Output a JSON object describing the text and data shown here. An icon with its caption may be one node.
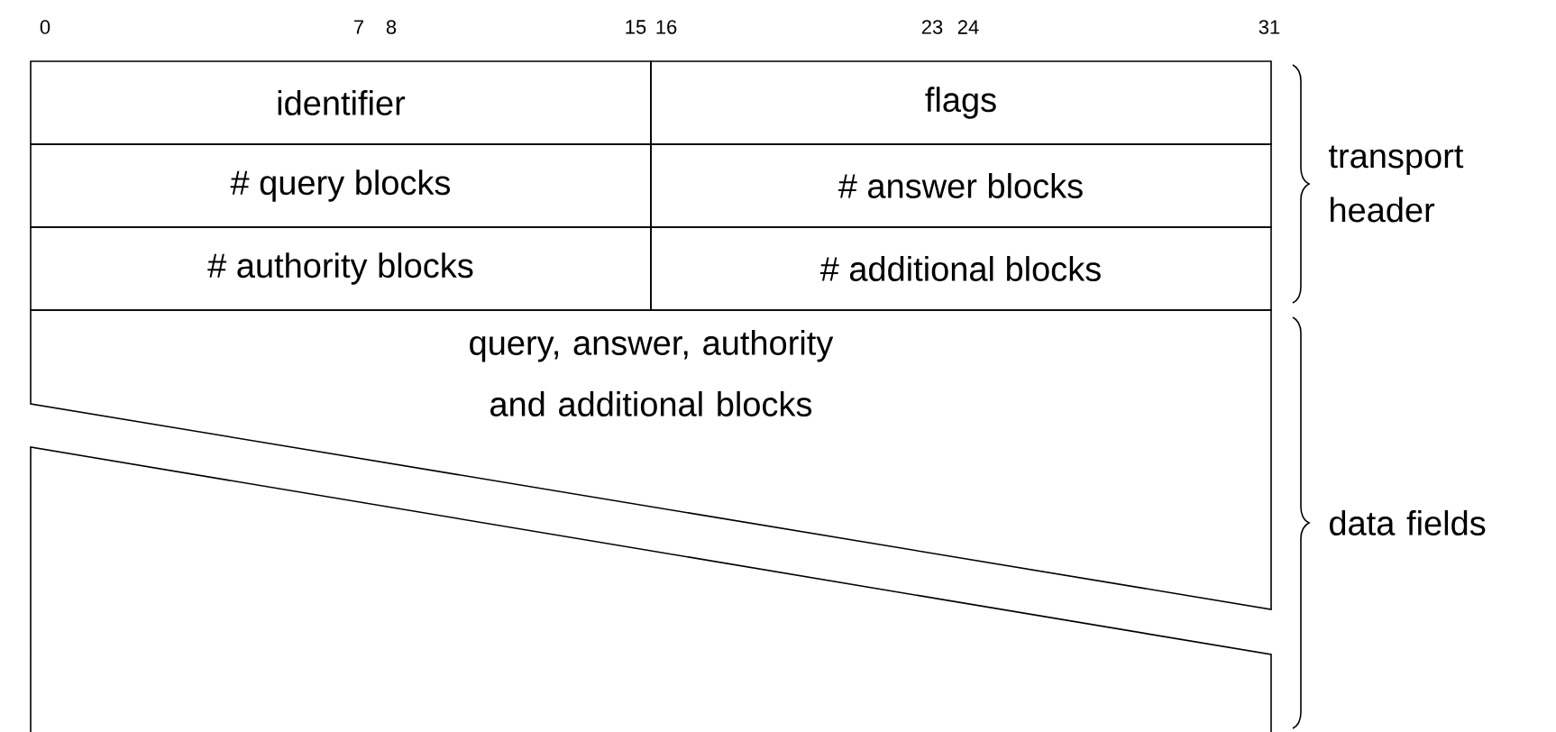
{
  "diagram": {
    "nodes": [
      {
        "text": [
          "identifier"
        ]
      },
      {
        "text": [
          "flags"
        ]
      },
      {
        "text": [
          "# query blocks"
        ]
      },
      {
        "text": [
          "# answer blocks"
        ]
      },
      {
        "text": [
          "# authority blocks"
        ]
      },
      {
        "text": [
          "# additional blocks"
        ]
      },
      {
        "text": [
          "query, answer, authority and additional blocks"
        ]
      },
      {
        "text": [],
        "shape": "box"
      }
    ],
    "edges": [],
    "labels": [
      "0",
      "7",
      "8",
      "15",
      "16",
      "23",
      "24",
      "31",
      "transport header",
      "data fields"
    ]
  }
}
